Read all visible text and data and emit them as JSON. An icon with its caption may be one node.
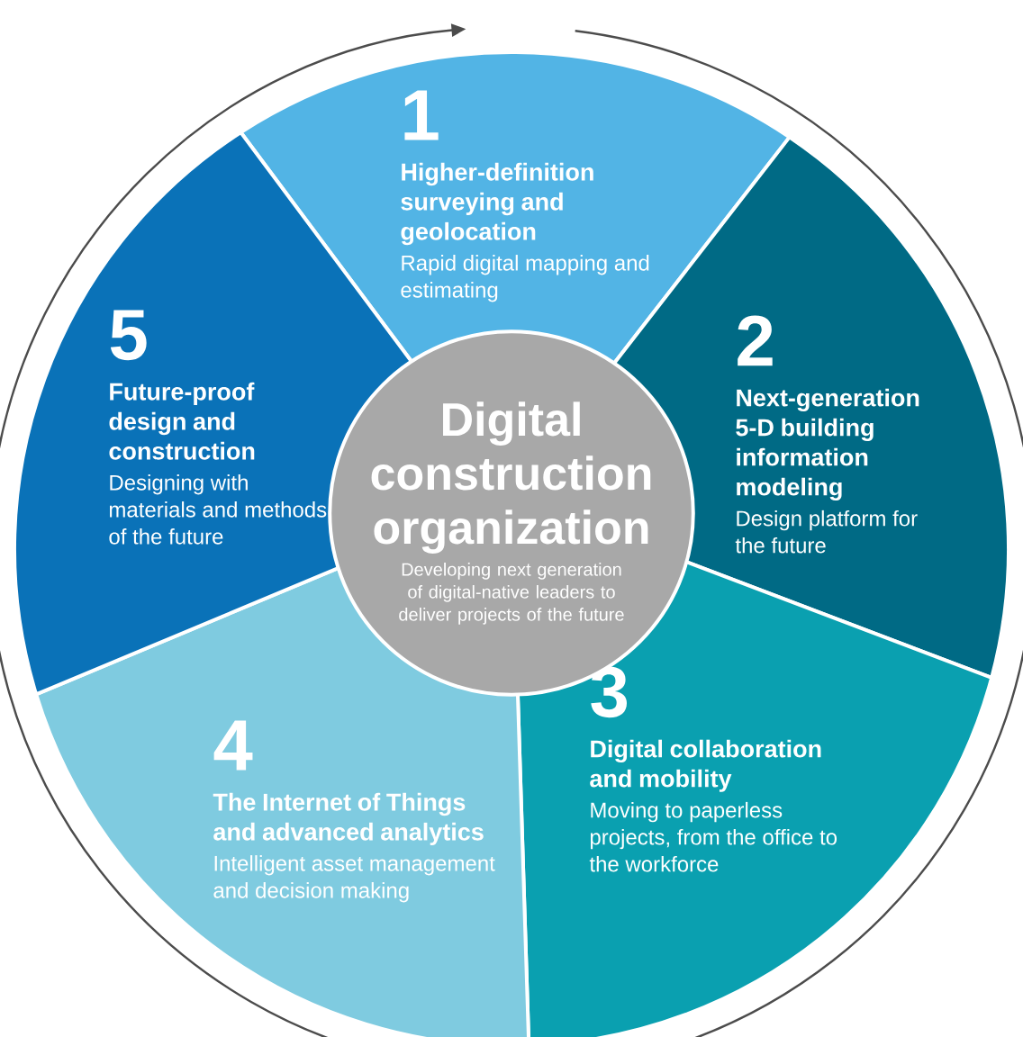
{
  "diagram": {
    "nodes": [
      {
        "text": [
          "1",
          "Higher-definition surveying and geolocation",
          "Rapid digital mapping and estimating"
        ]
      },
      {
        "text": [
          "2",
          "Next-generation 5-D building information modeling",
          "Design platform for the future"
        ]
      },
      {
        "text": [
          "3",
          "Digital collaboration and mobility",
          "Moving to paperless projects, from the office to the workforce"
        ]
      },
      {
        "text": [
          "4",
          "The Internet of Things and advanced analytics",
          "Intelligent asset management and decision making"
        ]
      },
      {
        "text": [
          "5",
          "Future-proof design and construction",
          "Designing with materials and methods of the future"
        ]
      },
      {
        "text": [
          "Digital construction organization",
          "Developing next generation of digital-native leaders to deliver projects of the future"
        ]
      }
    ]
  }
}
